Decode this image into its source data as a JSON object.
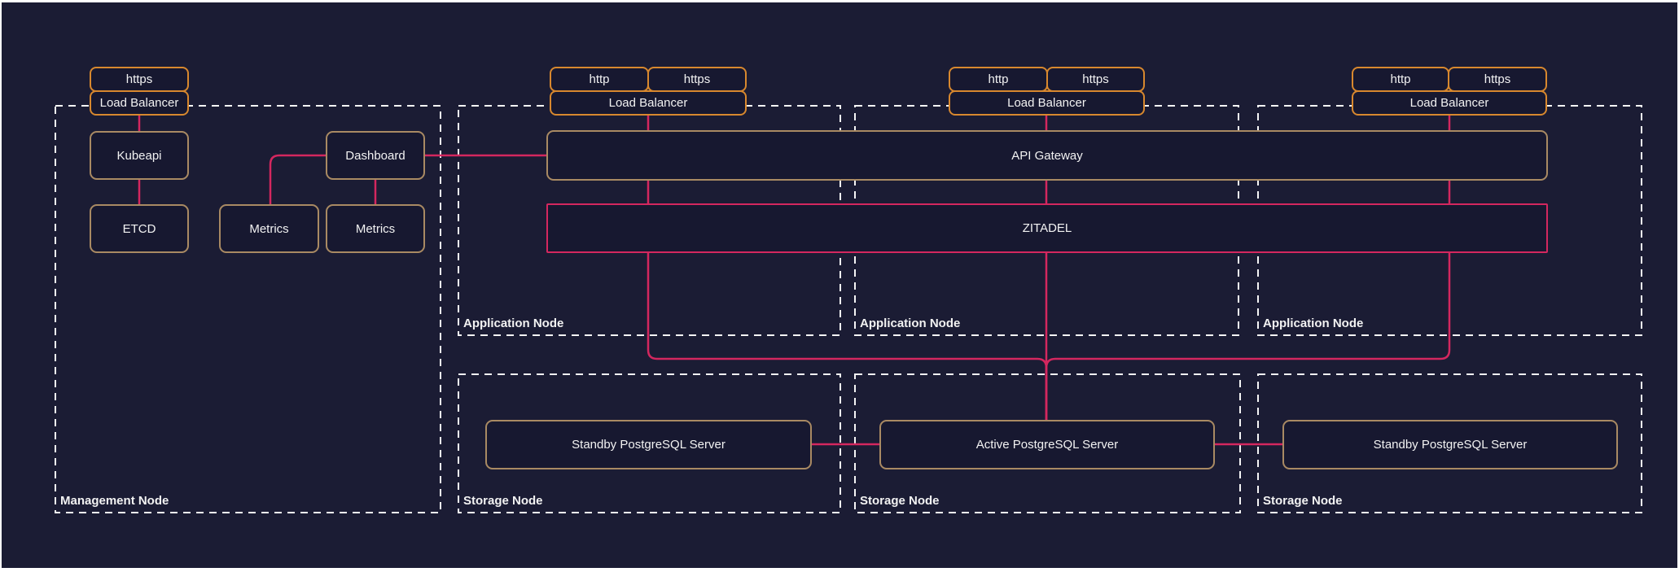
{
  "colors": {
    "frame": "#ffffff",
    "canvas_bg": "#1b1c34",
    "node_fill": "#171830",
    "orange_border": "#d8882e",
    "tan_border": "#a98a63",
    "pink_accent": "#d4275f",
    "dashed_border": "#f5f5f5",
    "text": "#f2f2f2"
  },
  "groups": {
    "management": {
      "label": "Management Node"
    },
    "app1": {
      "label": "Application Node"
    },
    "app2": {
      "label": "Application Node"
    },
    "app3": {
      "label": "Application Node"
    },
    "storage1": {
      "label": "Storage Node"
    },
    "storage2": {
      "label": "Storage Node"
    },
    "storage3": {
      "label": "Storage Node"
    }
  },
  "nodes": {
    "mgmt_https": {
      "label": "https"
    },
    "mgmt_lb": {
      "label": "Load Balancer"
    },
    "kubeapi": {
      "label": "Kubeapi"
    },
    "etcd": {
      "label": "ETCD"
    },
    "metrics_left": {
      "label": "Metrics"
    },
    "dashboard": {
      "label": "Dashboard"
    },
    "metrics_right": {
      "label": "Metrics"
    },
    "app1_http": {
      "label": "http"
    },
    "app1_https": {
      "label": "https"
    },
    "app1_lb": {
      "label": "Load Balancer"
    },
    "app2_http": {
      "label": "http"
    },
    "app2_https": {
      "label": "https"
    },
    "app2_lb": {
      "label": "Load Balancer"
    },
    "app3_http": {
      "label": "http"
    },
    "app3_https": {
      "label": "https"
    },
    "app3_lb": {
      "label": "Load Balancer"
    },
    "api_gateway": {
      "label": "API Gateway"
    },
    "zitadel": {
      "label": "ZITADEL"
    },
    "standby_pg_left": {
      "label": "Standby PostgreSQL Server"
    },
    "active_pg": {
      "label": "Active PostgreSQL Server"
    },
    "standby_pg_right": {
      "label": "Standby PostgreSQL Server"
    }
  }
}
